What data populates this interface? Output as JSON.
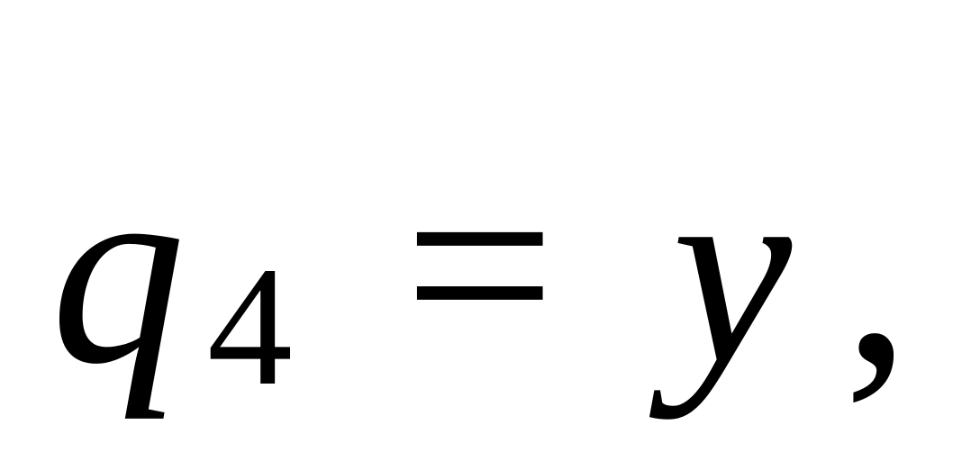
{
  "equation": {
    "lhs_var": "q",
    "lhs_subscript": "4",
    "operator": "=",
    "rhs_var": "y",
    "trailing": ","
  },
  "colors": {
    "text": "#000000",
    "background": "#ffffff"
  }
}
